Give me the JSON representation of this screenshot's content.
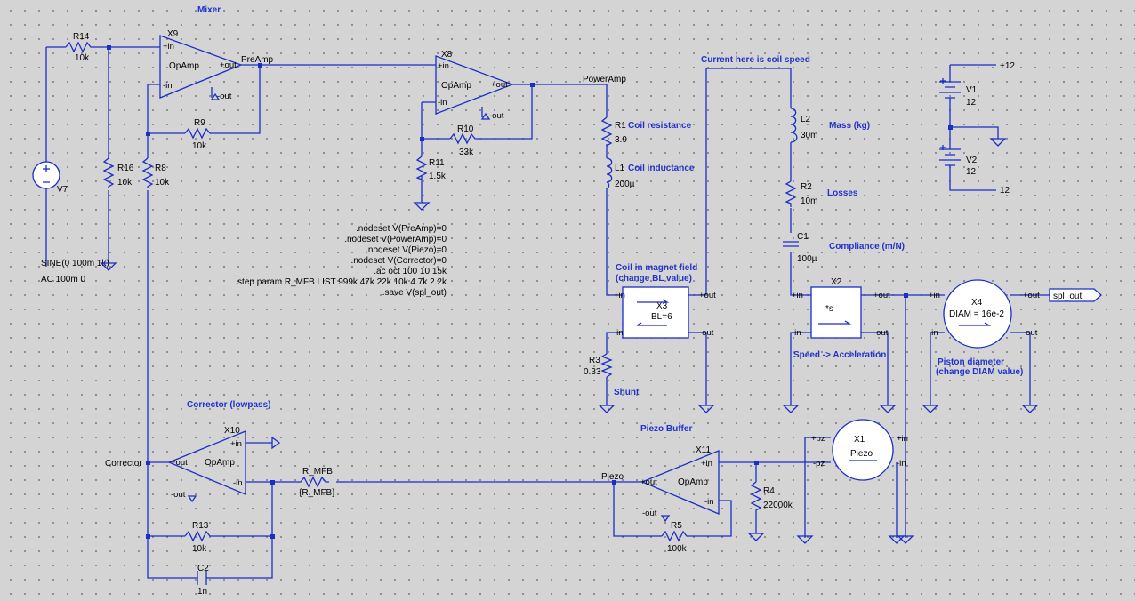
{
  "labels": {
    "mixer": "Mixer",
    "current_note": "Current here is coil speed",
    "corrector_title": "Corrector (lowpass)",
    "piezo_buffer": "Piezo Buffer",
    "coil_res": "Coil resistance",
    "coil_ind": "Coil inductance",
    "coil_field1": "Coil in magnet field",
    "coil_field2": "(change BL value)",
    "shunt": "Shunt",
    "mass": "Mass (kg)",
    "losses": "Losses",
    "compliance": "Compliance (m/N)",
    "speed_accel": "Speed -> Acceleration",
    "piston1": "Piston diameter",
    "piston2": "(change DIAM value)"
  },
  "nets": {
    "preamp": "PreAmp",
    "poweramp": "PowerAmp",
    "corrector": "Corrector",
    "piezo": "Piezo",
    "spl_out": "spl_out",
    "plus12a": "+12",
    "plus12b": "12"
  },
  "components": {
    "r14": {
      "name": "R14",
      "value": "10k"
    },
    "r16": {
      "name": "R16",
      "value": "10k"
    },
    "r8": {
      "name": "R8",
      "value": "10k"
    },
    "r9": {
      "name": "R9",
      "value": "10k"
    },
    "r10": {
      "name": "R10",
      "value": "33k"
    },
    "r11": {
      "name": "R11",
      "value": "1.5k"
    },
    "r1": {
      "name": "R1",
      "value": "3.9"
    },
    "l1": {
      "name": "L1",
      "value": "200µ"
    },
    "r3": {
      "name": "R3",
      "value": "0.33"
    },
    "l2": {
      "name": "L2",
      "value": "30m"
    },
    "r2": {
      "name": "R2",
      "value": "10m"
    },
    "c1": {
      "name": "C1",
      "value": "100µ"
    },
    "v1": {
      "name": "V1",
      "value": "12"
    },
    "v2": {
      "name": "V2",
      "value": "12"
    },
    "v7": {
      "name": "V7",
      "value1": "SINE(0 100m 1k)",
      "value2": "AC 100m 0"
    },
    "r_mfb": {
      "name": "R_MFB",
      "value": "{R_MFB}"
    },
    "r13": {
      "name": "R13",
      "value": "10k"
    },
    "c2": {
      "name": "C2",
      "value": "1n"
    },
    "r5": {
      "name": "R5",
      "value": "100k"
    },
    "r4": {
      "name": "R4",
      "value": "22000k"
    },
    "x9": {
      "name": "X9",
      "type": "OpAmp"
    },
    "x8": {
      "name": "X8",
      "type": "OpAmp"
    },
    "x10": {
      "name": "X10",
      "type": "OpAmp"
    },
    "x11": {
      "name": "X11",
      "type": "OpAmp"
    },
    "x3": {
      "name": "X3",
      "value": "BL=6"
    },
    "x2": {
      "name": "X2",
      "value": "*s"
    },
    "x4": {
      "name": "X4",
      "value": "DIAM = 16e-2"
    },
    "x1": {
      "name": "X1",
      "value": "Piezo"
    }
  },
  "pins": {
    "in_p": "+in",
    "in_n": "-in",
    "out_p": "+out",
    "out_n": "-out",
    "pz_p": "+pz",
    "pz_n": "-pz",
    "in_plain": "in"
  },
  "directives": [
    ".nodeset V(PreAmp)=0",
    ".nodeset V(PowerAmp)=0",
    ".nodeset V(Piezo)=0",
    ".nodeset V(Corrector)=0",
    ".ac oct 100 10 15k",
    ".step param R_MFB LIST 999k 47k 22k 10k 4.7k 2.2k",
    ".save V(spl_out)"
  ],
  "colors": {
    "wire": "#1a2ec8",
    "label": "#2233cc",
    "background": "#d4d4d4"
  }
}
